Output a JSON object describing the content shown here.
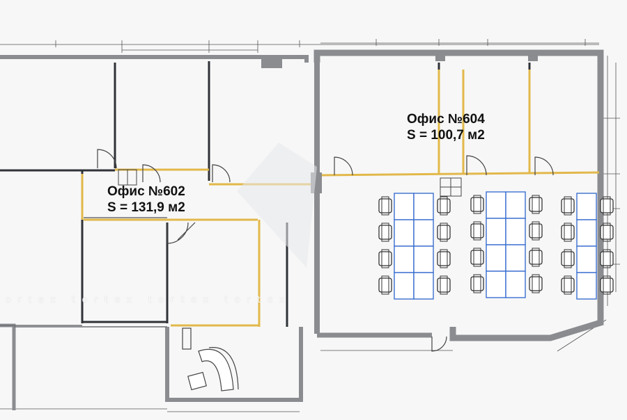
{
  "plan": {
    "rooms": [
      {
        "name": "Офис №602",
        "area": "S = 131,9 м2"
      },
      {
        "name": "Офис №604",
        "area": "S = 100,7 м2"
      }
    ],
    "watermark": "ortex  tortex  tortex  tortex"
  },
  "colors": {
    "wall": "#8a8c90",
    "partition": "#2f3237",
    "glass": "#e2b84a",
    "desk": "#3b6fd0",
    "dimension": "#555555"
  },
  "icons": [
    "chair-icon",
    "desk-icon",
    "door-swing-icon",
    "reception-desk-icon"
  ]
}
